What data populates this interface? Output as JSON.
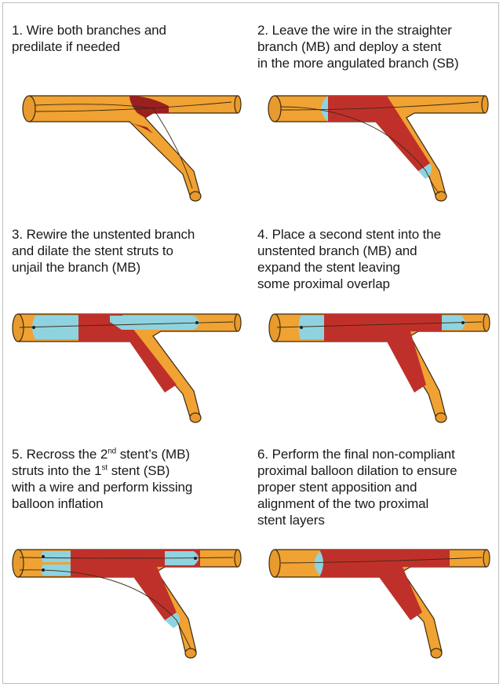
{
  "steps": [
    {
      "lines": [
        "1. Wire both branches and",
        "predilate if needed"
      ]
    },
    {
      "lines": [
        "2. Leave the wire in the straighter",
        "branch (MB) and deploy a stent",
        "in the more angulated branch (SB)"
      ]
    },
    {
      "lines": [
        "3. Rewire the unstented branch",
        "and dilate the stent struts to",
        "unjail the branch (MB)"
      ]
    },
    {
      "lines": [
        "4. Place a second stent into the",
        "unstented branch (MB) and",
        "expand the stent leaving",
        "some proximal overlap"
      ]
    },
    {
      "line1": {
        "pre": "5. Recross the 2",
        "sup": "nd",
        "post": " stent’s (MB)"
      },
      "line2": {
        "pre": "struts into the 1",
        "sup": "st",
        "post": " stent (SB)"
      },
      "lines": [
        "with a wire and perform kissing",
        "balloon inflation"
      ]
    },
    {
      "lines": [
        "6. Perform the final non-compliant",
        "proximal balloon dilation to ensure",
        "proper stent apposition and",
        "alignment of the two proximal",
        "stent layers"
      ]
    }
  ],
  "colors": {
    "vessel": "#f0a232",
    "vessel_dark": "#d9891c",
    "outline": "#3a2a14",
    "plaque": "#9c1f1f",
    "stent": "#c0302a",
    "balloon": "#8fd3e0"
  }
}
